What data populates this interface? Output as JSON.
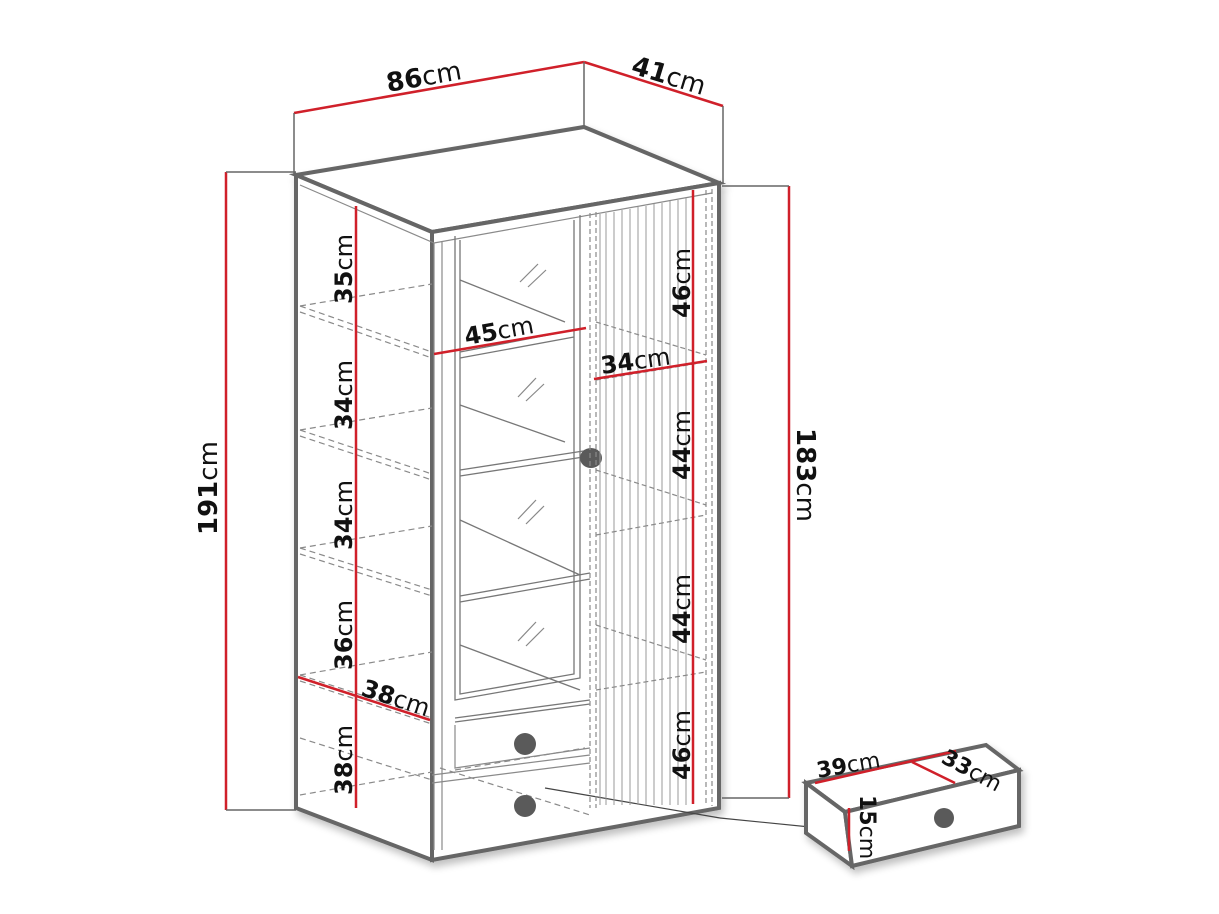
{
  "diagram": {
    "type": "furniture-dimension-drawing",
    "subject": "Display cabinet with glass door, fluted door and two drawers",
    "colors": {
      "dimension_line": "#d0202a",
      "outline": "#666666",
      "thin_line": "#8a8a8a",
      "knob": "#5a5a5a",
      "text": "#111111"
    },
    "overall": {
      "width": {
        "value": "86",
        "unit": "cm"
      },
      "depth": {
        "value": "41",
        "unit": "cm"
      },
      "height_total": {
        "value": "191",
        "unit": "cm"
      },
      "height_body": {
        "value": "183",
        "unit": "cm"
      }
    },
    "left_section": {
      "shelf_heights": [
        {
          "value": "35",
          "unit": "cm"
        },
        {
          "value": "34",
          "unit": "cm"
        },
        {
          "value": "34",
          "unit": "cm"
        },
        {
          "value": "36",
          "unit": "cm"
        },
        {
          "value": "38",
          "unit": "cm"
        }
      ],
      "shelf_depth": {
        "value": "38",
        "unit": "cm"
      },
      "glass_width": {
        "value": "45",
        "unit": "cm"
      }
    },
    "right_section": {
      "compartment_heights": [
        {
          "value": "46",
          "unit": "cm"
        },
        {
          "value": "44",
          "unit": "cm"
        },
        {
          "value": "44",
          "unit": "cm"
        },
        {
          "value": "46",
          "unit": "cm"
        }
      ],
      "inner_depth": {
        "value": "34",
        "unit": "cm"
      }
    },
    "drawer": {
      "width": {
        "value": "39",
        "unit": "cm"
      },
      "depth": {
        "value": "33",
        "unit": "cm"
      },
      "height": {
        "value": "15",
        "unit": "cm"
      }
    }
  }
}
